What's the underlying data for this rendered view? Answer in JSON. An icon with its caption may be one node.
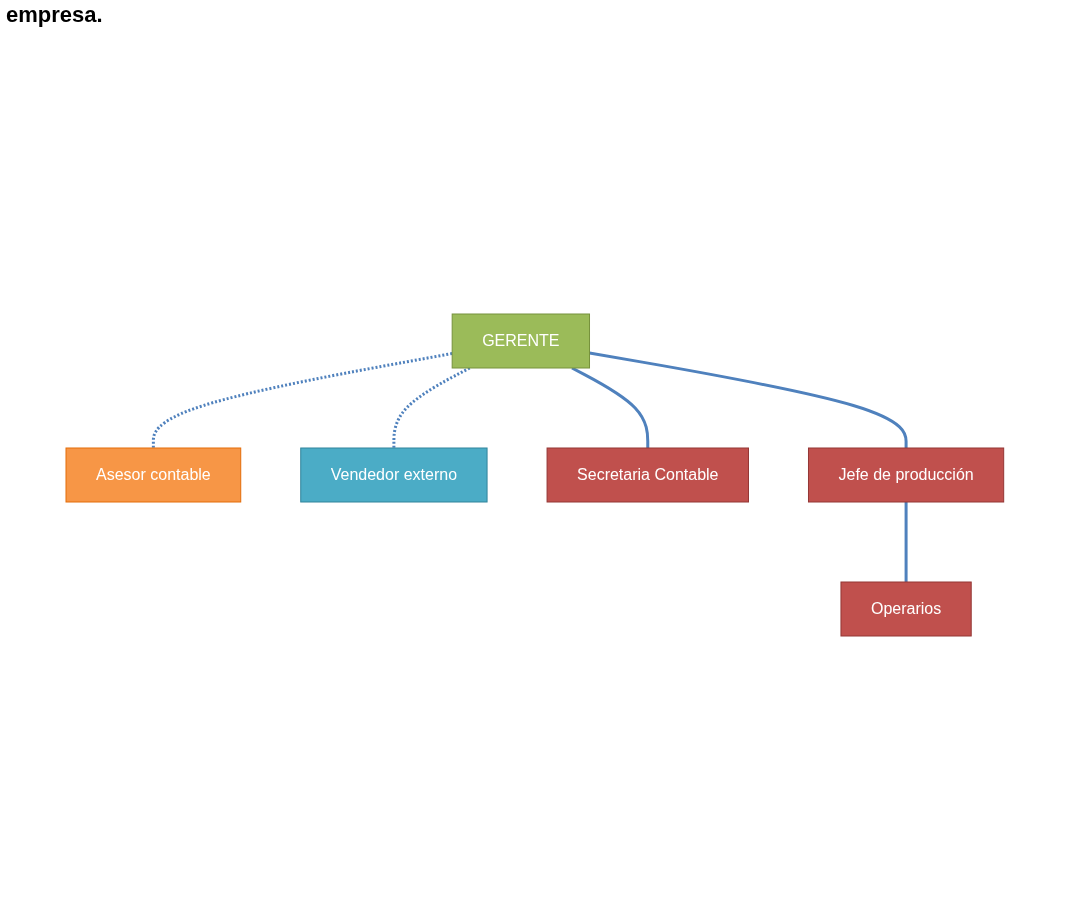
{
  "diagram": {
    "nodes": [
      {
        "text": [
          "GERENTE"
        ]
      },
      {
        "text": [
          "Asesor contable"
        ]
      },
      {
        "text": [
          "Vendedor externo"
        ]
      },
      {
        "text": [
          "Secretaria Contable"
        ]
      },
      {
        "text": [
          "Jefe de producción"
        ]
      },
      {
        "text": [
          "Operarios"
        ]
      }
    ],
    "edges": [
      {
        "from": 0,
        "to": 1,
        "arrow": "none",
        "style": "dashed"
      },
      {
        "from": 0,
        "to": 2,
        "arrow": "none",
        "style": "dashed"
      },
      {
        "from": 0,
        "to": 3,
        "arrow": "none"
      },
      {
        "from": 0,
        "to": 4,
        "arrow": "none"
      },
      {
        "from": 4,
        "to": 5,
        "arrow": "none"
      }
    ],
    "labels": [
      "empresa."
    ]
  }
}
